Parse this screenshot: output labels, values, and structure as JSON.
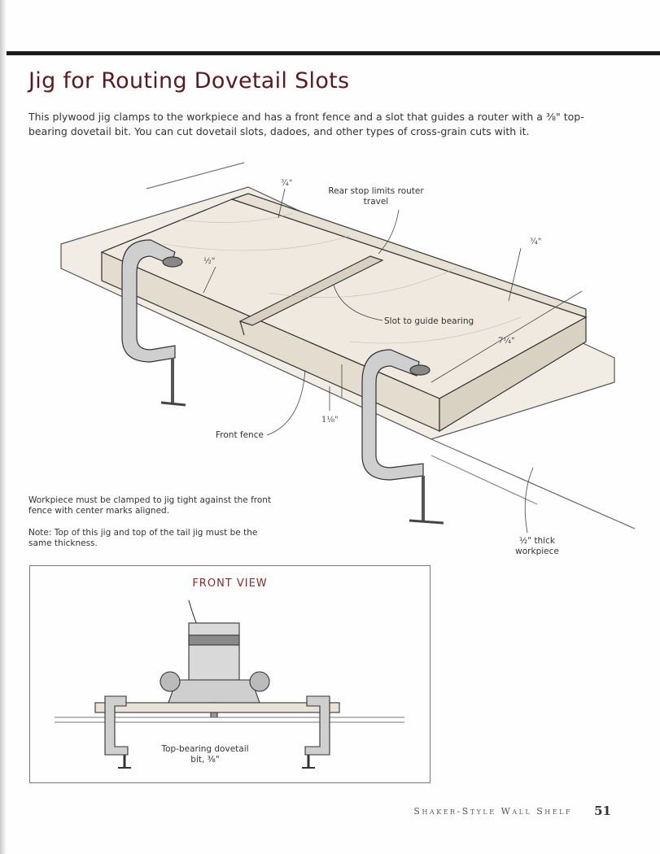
{
  "page": {
    "title": "Jig for Routing Dovetail Slots",
    "intro": "This plywood jig clamps to the workpiece and has a front fence and a slot that guides a router with a ⅜\" top-bearing dovetail bit. You can cut dovetail slots, dadoes, and other types of cross-grain cuts with it."
  },
  "illustration": {
    "labels": {
      "rear_stop": "Rear stop limits router travel",
      "slot_bearing": "Slot to guide bearing",
      "front_fence": "Front fence",
      "workpiece": "½\" thick workpiece"
    },
    "dimensions": {
      "dim_top": "¾\"",
      "dim_right": "¾\"",
      "dim_half": "½\"",
      "dim_width": "7¼\"",
      "dim_fence": "1⅛\""
    }
  },
  "notes": {
    "clamp_note": "Workpiece must be clamped to jig tight against the front fence with center marks aligned.",
    "thickness_note": "Note: Top of this jig and top of the tail jig must be the same thickness."
  },
  "front_view": {
    "title": "FRONT VIEW",
    "bit_label": "Top-bearing dovetail bit, ⅜\""
  },
  "footer": {
    "running_head": "Shaker-Style Wall Shelf",
    "page_number": "51"
  }
}
